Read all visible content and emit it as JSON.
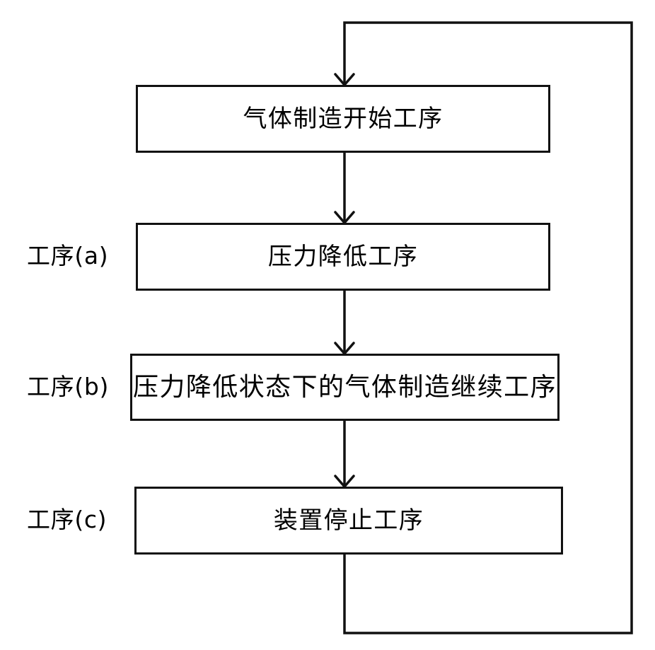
{
  "diagram": {
    "type": "flowchart",
    "orientation": "vertical",
    "background_color": "#ffffff",
    "line_color": "#111111",
    "nodes": [
      {
        "id": "start",
        "label": "气体制造开始工序",
        "stage_caption": ""
      },
      {
        "id": "a",
        "label": "压力降低工序",
        "stage_caption": "工序(a)"
      },
      {
        "id": "b",
        "label": "压力降低状态下的气体制造继续工序",
        "stage_caption": "工序(b)"
      },
      {
        "id": "c",
        "label": "装置停止工序",
        "stage_caption": "工序(c)"
      }
    ],
    "connectors": [
      {
        "id": "start-to-a",
        "from": "start",
        "to": "a",
        "arrow": "down"
      },
      {
        "id": "a-to-b",
        "from": "a",
        "to": "b",
        "arrow": "down"
      },
      {
        "id": "b-to-c",
        "from": "b",
        "to": "c",
        "arrow": "down"
      },
      {
        "id": "feedback-loop",
        "from": "c",
        "to": "start",
        "arrow": "down",
        "routing": "down-right-up-left-down"
      }
    ]
  }
}
